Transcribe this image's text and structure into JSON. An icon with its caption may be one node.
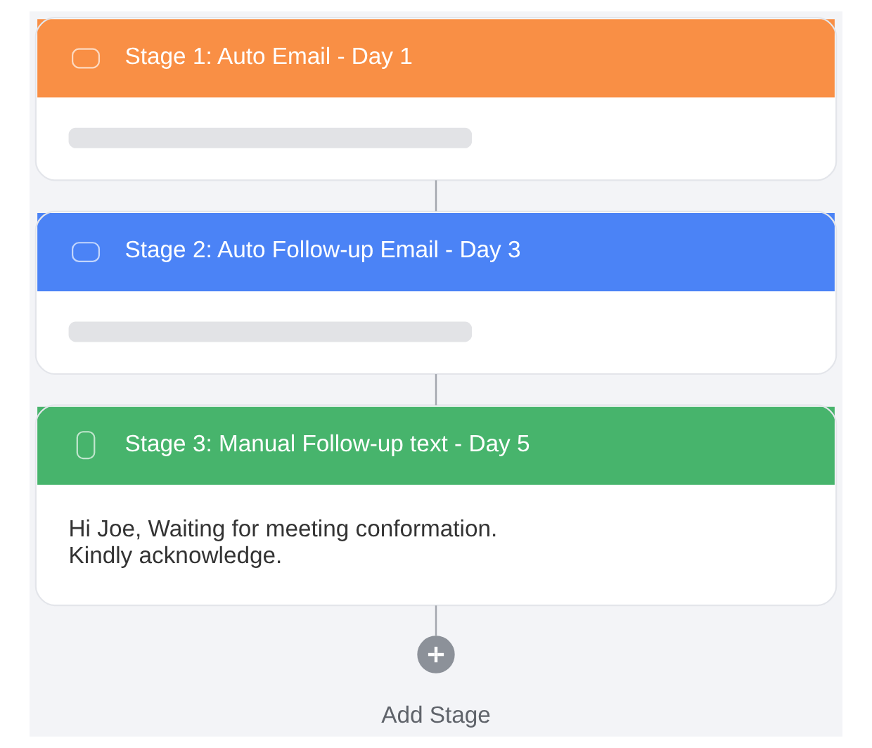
{
  "diagram": {
    "nodes": [
      {
        "text": [
          "Stage 1: Auto Email - Day 1"
        ]
      },
      {
        "text": [
          "Stage 2: Auto Follow-up Email - Day 3"
        ]
      },
      {
        "text": [
          "Stage 3: Manual Follow-up text - Day 5",
          "Hi Joe, Waiting for meeting conformation. Kindly acknowledge."
        ]
      },
      {
        "text": [],
        "shape": "circle",
        "beside": [
          "Add Stage"
        ]
      }
    ],
    "edges": [
      {
        "from": 0,
        "to": 1,
        "arrow": "none"
      },
      {
        "from": 1,
        "to": 2,
        "arrow": "none"
      },
      {
        "from": 2,
        "to": 3,
        "arrow": "none"
      }
    ]
  }
}
